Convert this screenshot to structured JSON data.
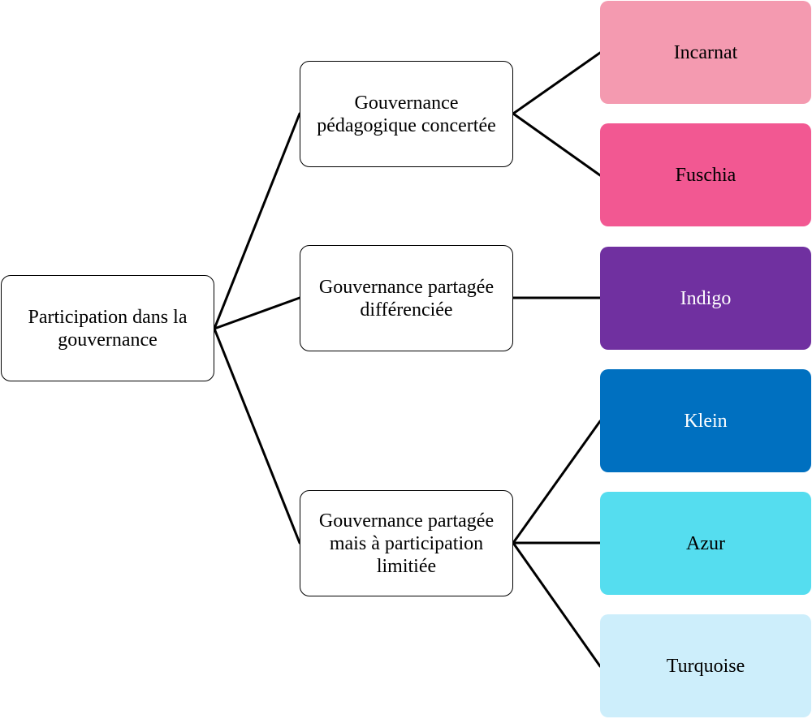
{
  "root": {
    "label": "Participation dans la gouvernance"
  },
  "branches": [
    {
      "label": "Gouvernance pédagogique concertée",
      "leaves": [
        {
          "label": "Incarnat",
          "color": "#F49AB0"
        },
        {
          "label": "Fuschia",
          "color": "#F25892"
        }
      ]
    },
    {
      "label": "Gouvernance partagée différenciée",
      "leaves": [
        {
          "label": "Indigo",
          "color": "#7030A0"
        }
      ]
    },
    {
      "label": "Gouvernance partagée mais à participation limitiée",
      "leaves": [
        {
          "label": "Klein",
          "color": "#0070C0"
        },
        {
          "label": "Azur",
          "color": "#55DDEF"
        },
        {
          "label": "Turquoise",
          "color": "#CDEEFB"
        }
      ]
    }
  ]
}
